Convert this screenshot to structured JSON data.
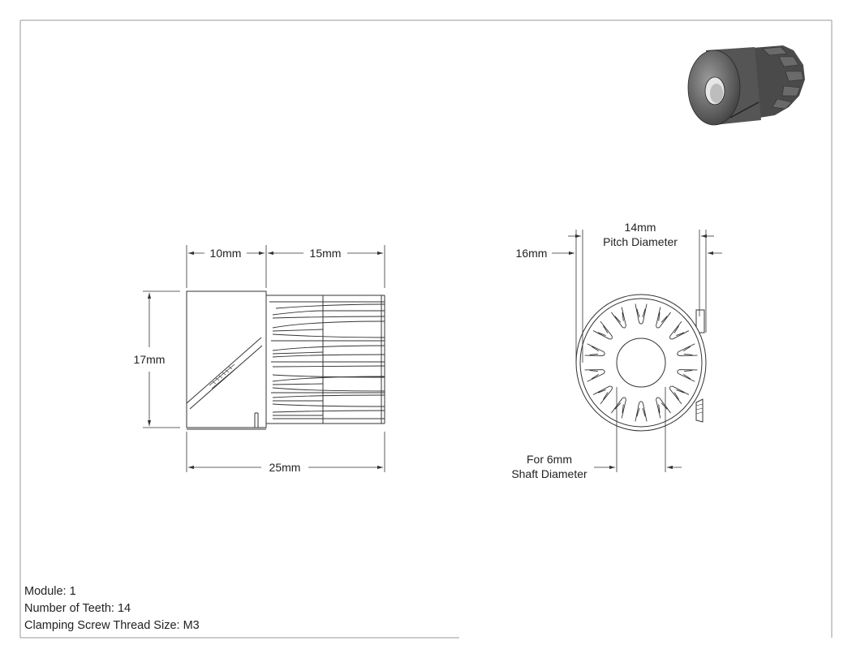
{
  "dimensions": {
    "hub_length": "10mm",
    "gear_length": "15mm",
    "overall_length": "25mm",
    "outer_diameter": "17mm",
    "tip_diameter": "16mm",
    "pitch_diameter_value": "14mm",
    "pitch_diameter_label": "Pitch Diameter",
    "bore_value": "For 6mm",
    "bore_label": "Shaft Diameter"
  },
  "notes": [
    "Module: 1",
    "Number of Teeth: 14",
    "Clamping Screw Thread Size: M3"
  ],
  "colors": {
    "line": "#333333",
    "frame": "#888888",
    "render_dark": "#3a3a3a",
    "render_light": "#8a8a8a"
  }
}
